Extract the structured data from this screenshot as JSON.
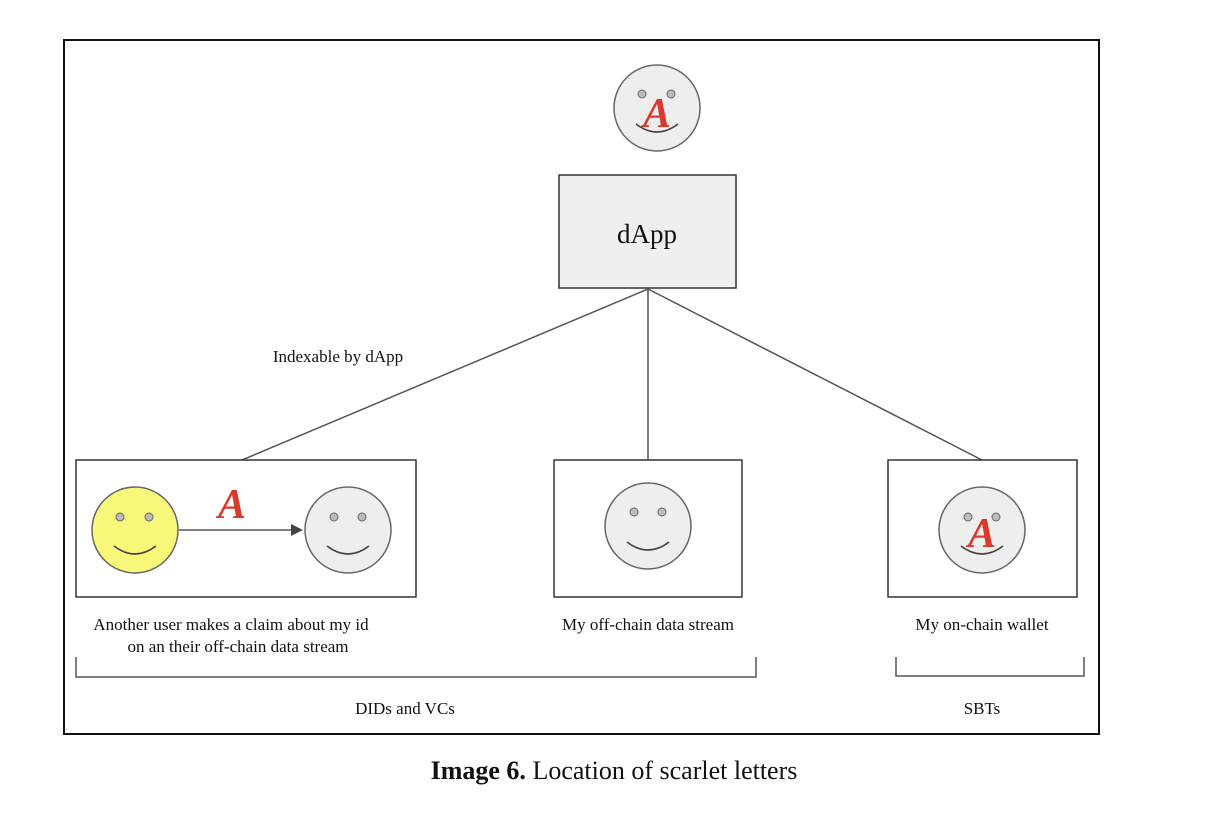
{
  "diagram": {
    "top_node": {
      "label": "dApp"
    },
    "edge_label": "Indexable by dApp",
    "letter_glyph": "A",
    "nodes": {
      "left": {
        "caption_line1": "Another user makes a claim about my id",
        "caption_line2": "on an their off-chain data stream"
      },
      "middle": {
        "caption": "My off-chain data stream"
      },
      "right": {
        "caption": "My on-chain wallet"
      }
    },
    "groups": {
      "left": {
        "label": "DIDs and VCs"
      },
      "right": {
        "label": "SBTs"
      }
    },
    "colors": {
      "box_fill": "#efefef",
      "face_fill": "#eeeeee",
      "face_highlight_fill": "#f7f77a",
      "letter": "#d93a2b",
      "line": "#555555"
    }
  },
  "caption": {
    "bold": "Image 6.",
    "text": " Location of scarlet letters"
  }
}
